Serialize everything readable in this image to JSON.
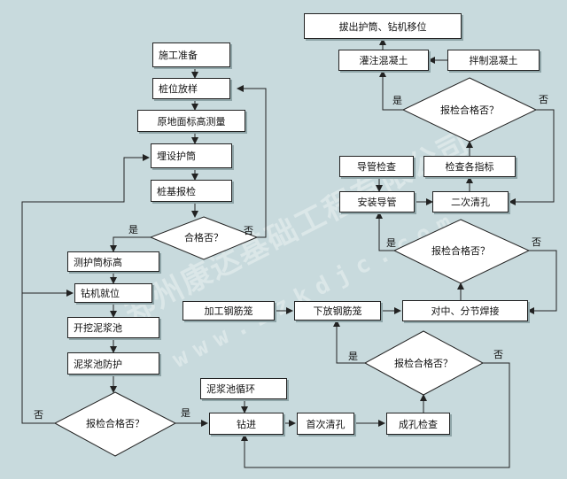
{
  "nodes": {
    "construction_prep": "施工准备",
    "pile_layout": "桩位放样",
    "ground_elevation": "原地面标高测量",
    "bury_casing": "埋设护筒",
    "pile_base_inspection": "桩基报检",
    "qualified_q1": "合格否？",
    "measure_casing_elevation": "测护筒标高",
    "rig_positioning": "钻机就位",
    "dig_mud_pit": "开挖泥浆池",
    "mud_pit_protection": "泥浆池防护",
    "report_qualified_q2": "报检合格否？",
    "mud_pit_circulation": "泥浆池循环",
    "drilling": "钻进",
    "first_hole_cleaning": "首次清孔",
    "hole_inspection": "成孔检查",
    "report_qualified_q3": "报检合格否？",
    "process_cage": "加工钢筋笼",
    "lower_cage": "下放钢筋笼",
    "align_weld": "对中、分节焊接",
    "report_qualified_q4": "报检合格否？",
    "conduit_inspection": "导管检查",
    "install_conduit": "安装导管",
    "second_hole_cleaning": "二次清孔",
    "check_indicators": "检查各指标",
    "report_qualified_q5": "报检合格否？",
    "pour_concrete": "灌注混凝土",
    "mix_concrete": "拌制混凝土",
    "pull_casing": "拔出护筒、钻机移位"
  },
  "branch_labels": {
    "yes": "是",
    "no": "否"
  },
  "watermark": {
    "line1": "郑州康达基础工程有限公司",
    "line2": "www.zzkdjc.com"
  },
  "colors": {
    "background": "#c8dadd",
    "box_fill": "#ffffff",
    "line": "#222222"
  }
}
